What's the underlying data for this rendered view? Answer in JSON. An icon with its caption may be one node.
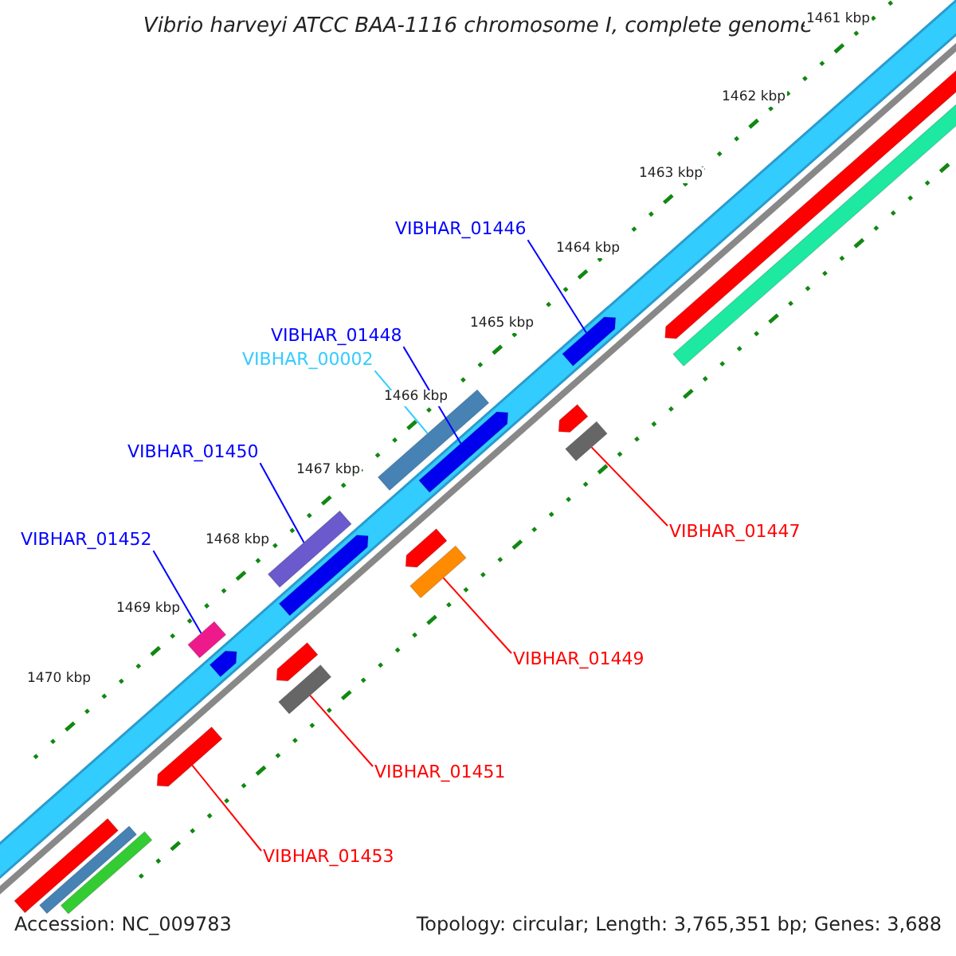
{
  "diagram": {
    "title": "Vibrio harveyi ATCC BAA-1116 chromosome I, complete genome",
    "nodes": [
      {
        "text": [
          "VIBHAR_01446"
        ]
      },
      {
        "text": [],
        "shape": "bar"
      },
      {
        "text": [
          "VIBHAR_01448"
        ]
      },
      {
        "text": [],
        "shape": "bar"
      },
      {
        "text": [
          "VIBHAR_00002"
        ]
      },
      {
        "text": [],
        "shape": "bar"
      },
      {
        "text": [
          "VIBHAR_01450"
        ]
      },
      {
        "text": [],
        "shape": "bar"
      },
      {
        "text": [
          "VIBHAR_01452"
        ]
      },
      {
        "text": [],
        "shape": "bar"
      },
      {
        "text": [
          "VIBHAR_01447"
        ]
      },
      {
        "text": [],
        "shape": "bar"
      },
      {
        "text": [
          "VIBHAR_01449"
        ]
      },
      {
        "text": [],
        "shape": "bar"
      },
      {
        "text": [
          "VIBHAR_01451"
        ]
      },
      {
        "text": [],
        "shape": "bar"
      },
      {
        "text": [
          "VIBHAR_01453"
        ]
      },
      {
        "text": [],
        "shape": "bar"
      }
    ],
    "edges": [
      {
        "from": 0,
        "to": 1,
        "arrow": "none"
      },
      {
        "from": 2,
        "to": 3,
        "arrow": "none"
      },
      {
        "from": 4,
        "to": 5,
        "arrow": "none",
        "color": "#33ccff"
      },
      {
        "from": 6,
        "to": 7,
        "arrow": "none"
      },
      {
        "from": 8,
        "to": 9,
        "arrow": "none"
      },
      {
        "from": 10,
        "to": 11,
        "arrow": "none",
        "color": "#ff0000"
      },
      {
        "from": 12,
        "to": 13,
        "arrow": "none",
        "color": "#ff0000"
      },
      {
        "from": 14,
        "to": 15,
        "arrow": "none",
        "color": "#ff0000"
      },
      {
        "from": 16,
        "to": 17,
        "arrow": "none",
        "color": "#ff0000"
      }
    ],
    "labels": [
      "1461 kbp",
      "1462 kbp",
      "1463 kbp",
      "1464 kbp",
      "1465 kbp",
      "1466 kbp",
      "1467 kbp",
      "1468 kbp",
      "1469 kbp",
      "1470 kbp",
      "Accession: NC_009783",
      "Topology: circular; Length: 3,765,351 bp; Genes: 3,688"
    ]
  }
}
